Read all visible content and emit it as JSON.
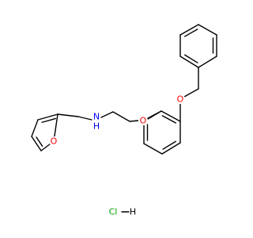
{
  "molecule": {
    "atoms": {
      "ring_oxygen": "O",
      "amine_n": "N",
      "amine_h": "H",
      "ether_o_lower": "O",
      "ether_o_upper": "O"
    },
    "salt": {
      "cl": "Cl",
      "h": "H"
    },
    "colors": {
      "oxygen": "#ff0000",
      "nitrogen": "#0000ff",
      "chlorine": "#00a000",
      "bond": "#000000"
    }
  }
}
